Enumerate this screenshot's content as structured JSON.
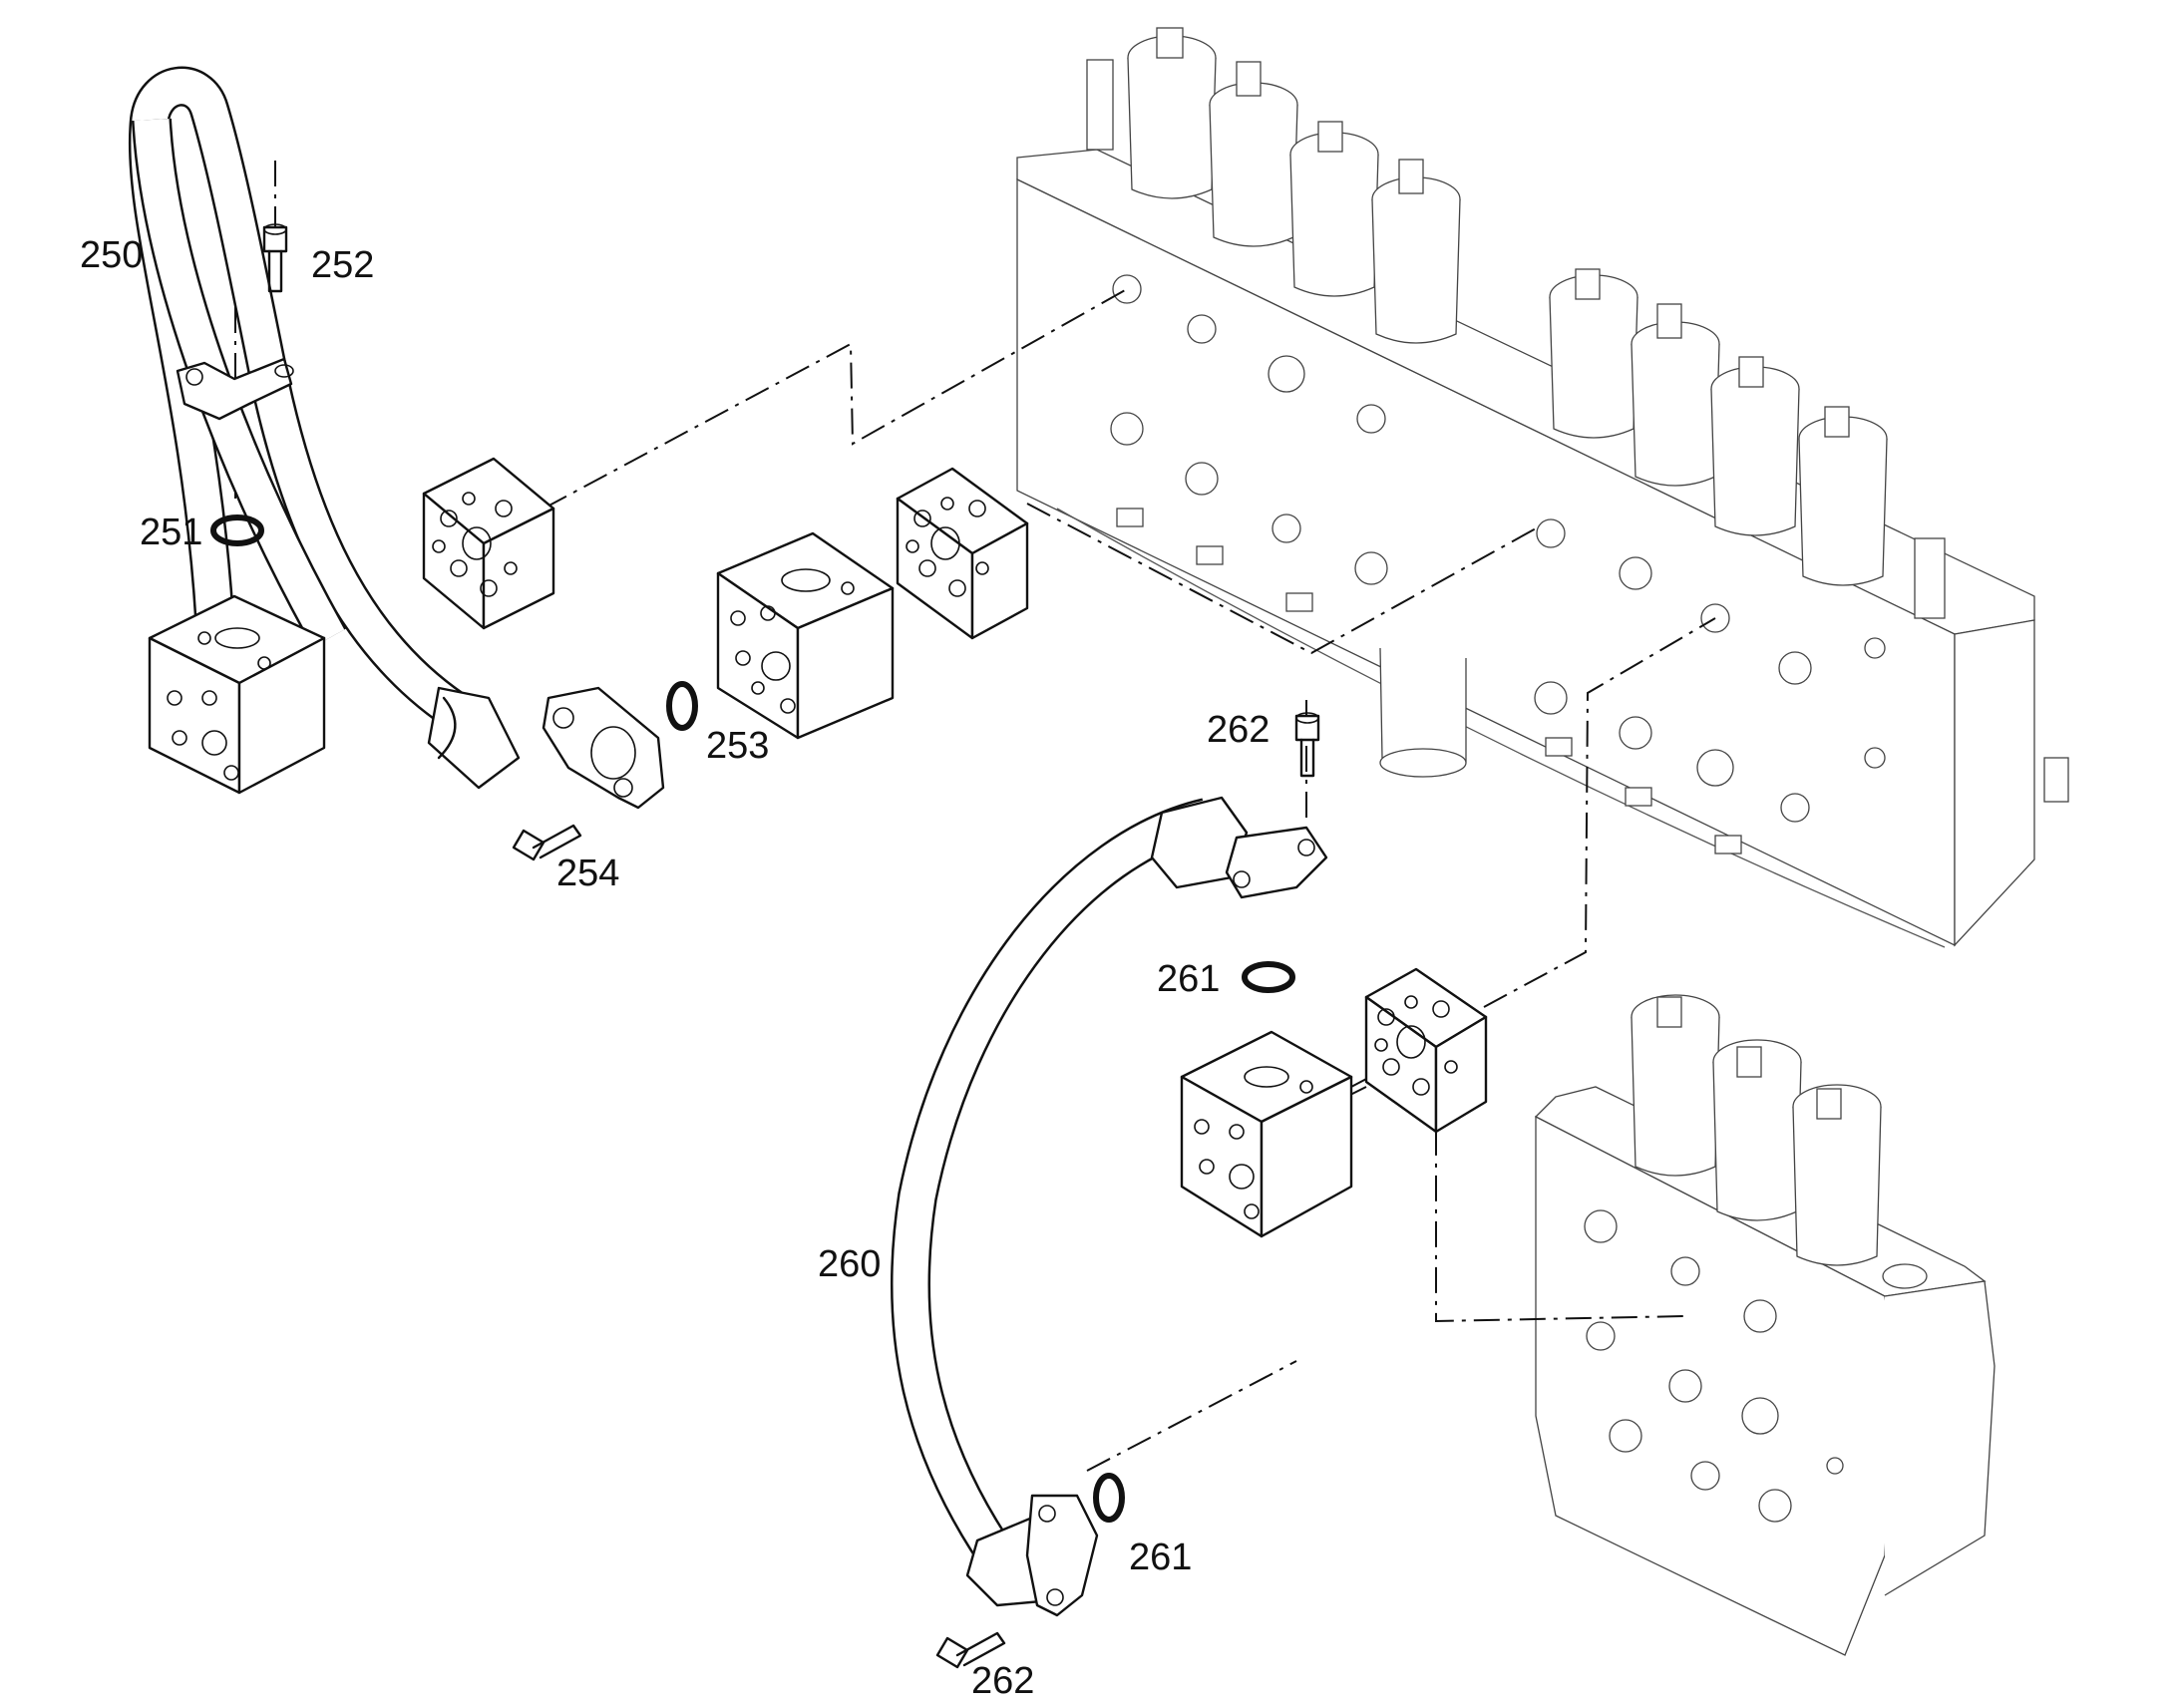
{
  "callouts": {
    "c250": "250",
    "c251": "251",
    "c252": "252",
    "c253": "253",
    "c254": "254",
    "c260": "260",
    "c261a": "261",
    "c261b": "261",
    "c262a": "262",
    "c262b": "262"
  },
  "colors": {
    "line": "#111111",
    "background": "#ffffff"
  }
}
